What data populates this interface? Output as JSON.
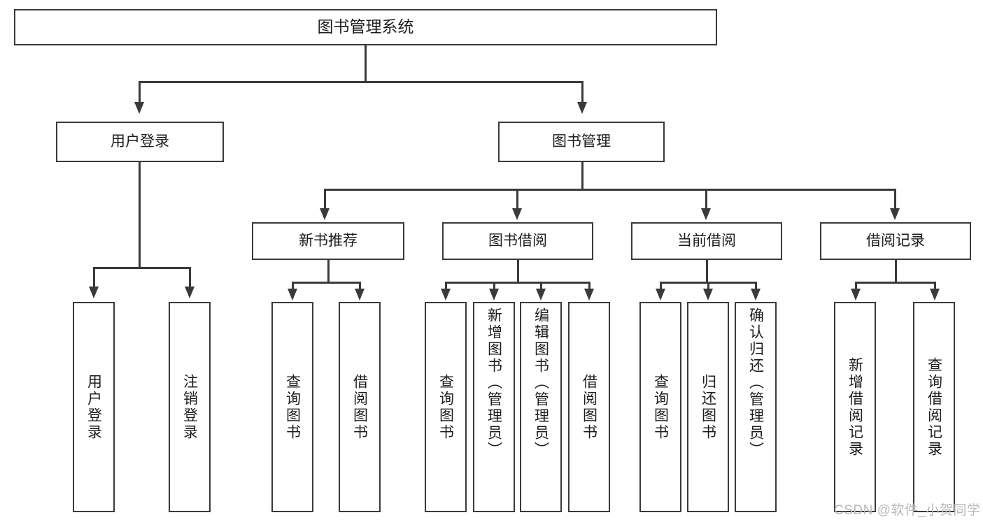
{
  "diagram": {
    "title": "图书管理系统",
    "type": "hierarchy-tree",
    "watermark": "CSDN @软件_小贺同学",
    "colors": {
      "stroke": "#3a3a3a",
      "fill": "#ffffff",
      "text": "#1d1d1d",
      "watermark": "#b9b9b9"
    },
    "root": {
      "label": "图书管理系统"
    },
    "tier2": [
      {
        "label": "用户登录"
      },
      {
        "label": "图书管理"
      }
    ],
    "tier3": [
      {
        "label": "新书推荐"
      },
      {
        "label": "图书借阅"
      },
      {
        "label": "当前借阅"
      },
      {
        "label": "借阅记录"
      }
    ],
    "leaves": {
      "user_login": [
        {
          "label": "用户登录"
        },
        {
          "label": "注销登录"
        }
      ],
      "new_book_recommend": [
        {
          "label": "查询图书"
        },
        {
          "label": "借阅图书"
        }
      ],
      "book_borrow": [
        {
          "label": "查询图书"
        },
        {
          "label": "新增图书（管理员）"
        },
        {
          "label": "编辑图书（管理员）"
        },
        {
          "label": "借阅图书"
        }
      ],
      "current_borrow": [
        {
          "label": "查询图书"
        },
        {
          "label": "归还图书"
        },
        {
          "label": "确认归还（管理员）"
        }
      ],
      "borrow_record": [
        {
          "label": "新增借阅记录"
        },
        {
          "label": "查询借阅记录"
        }
      ]
    }
  }
}
